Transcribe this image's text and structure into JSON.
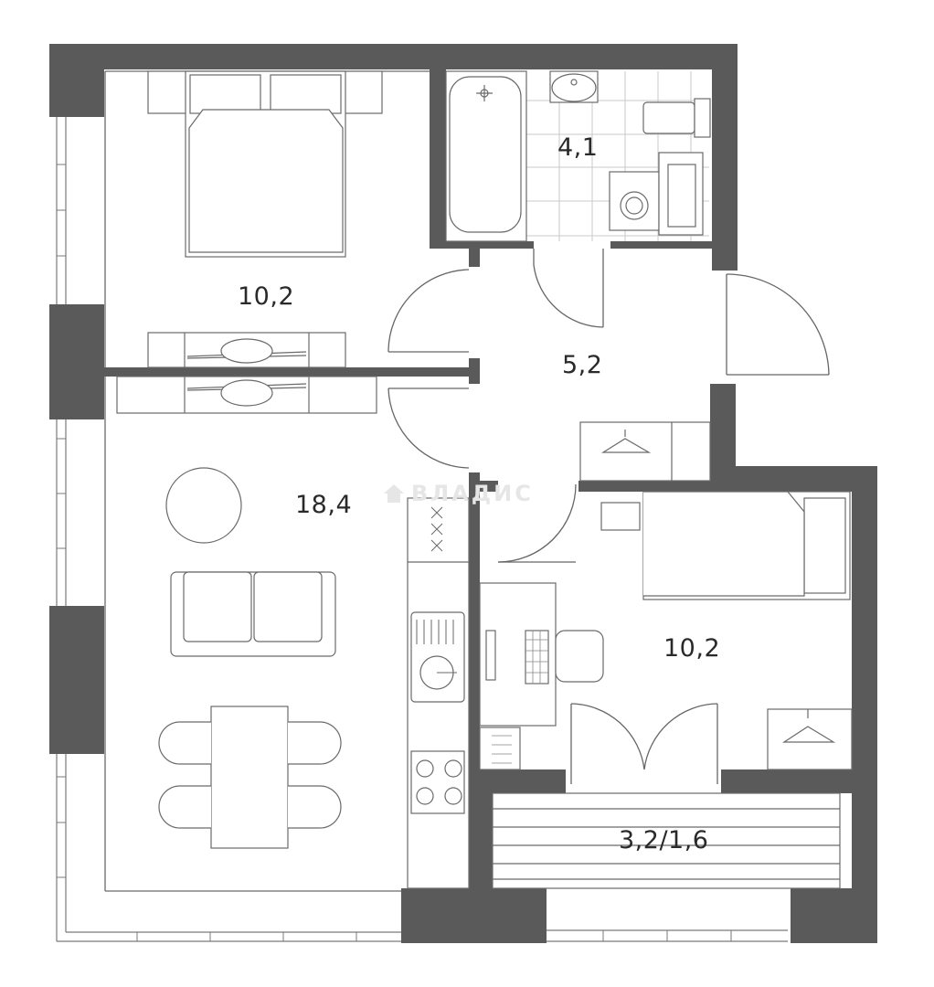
{
  "plan": {
    "wall_color": "#5a5a5a",
    "line_color": "#555555",
    "furniture_color": "#6a6a6a",
    "watermark_color": "#e6e6e6"
  },
  "rooms": {
    "bedroom_area": "10,2",
    "bathroom_area": "4,1",
    "hall_area": "5,2",
    "living_area": "18,4",
    "second_bedroom_area": "10,2",
    "balcony_area": "3,2/1,6"
  },
  "watermark": {
    "text": "ВЛАДИС",
    "icon": "house-icon"
  }
}
